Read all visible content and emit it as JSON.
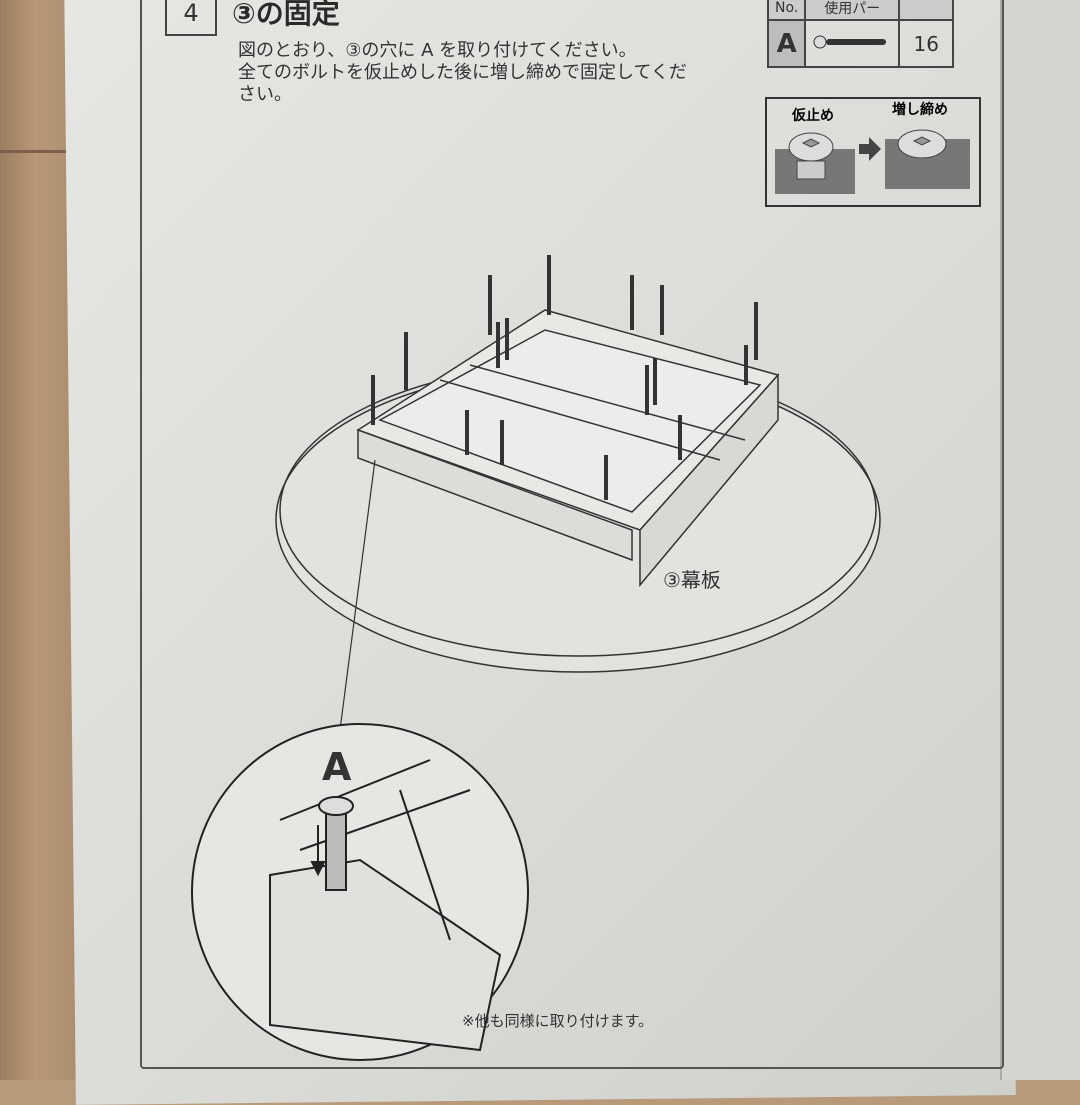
{
  "step": {
    "number": "4",
    "title": "③の固定"
  },
  "instructions": [
    "図のとおり、③の穴に A を取り付けてください。",
    "全てのボルトを仮止めした後に増し締めで固定してくだ",
    "さい。"
  ],
  "parts_table": {
    "header_no": "No.",
    "header_parts": "使用パー",
    "part_id": "A",
    "quantity": "16",
    "icon": "bolt-icon"
  },
  "tightening": {
    "temporary": "仮止め",
    "final": "増し締め"
  },
  "diagram": {
    "panel_label": "③幕板",
    "detail_label": "A"
  },
  "note": "※他も同様に取り付けます。"
}
